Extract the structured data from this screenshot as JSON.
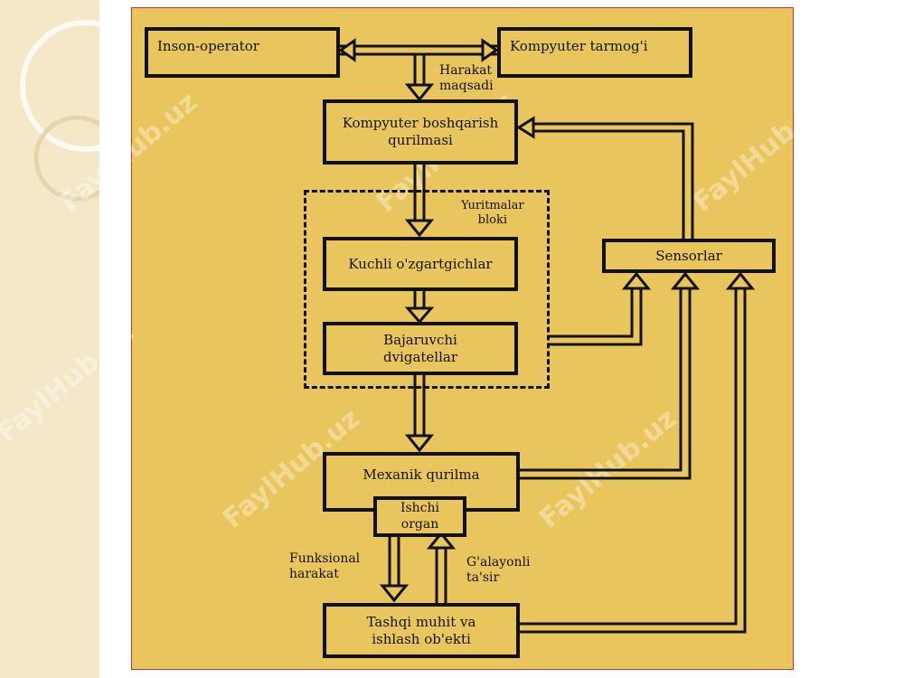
{
  "diagram": {
    "nodes": {
      "operator": "Inson-operator",
      "network": "Kompyuter tarmog'i",
      "control": "Kompyuter boshqarish\nqurilmasi",
      "drives_group": "Yuritmalar\nbloki",
      "converters": "Kuchli o'zgartgichlar",
      "motors": "Bajaruvchi\ndvigatellar",
      "sensors": "Sensorlar",
      "mechanism": "Mexanik qurilma",
      "work_organ": "Ishchi\norgan",
      "environment": "Tashqi muhit va\nishlash ob'ekti"
    },
    "edge_labels": {
      "goal": "Harakat\nmaqsadi",
      "functional": "Funksional\nharakat",
      "disturbance": "G'alayonli\nta'sir"
    },
    "edges": [
      {
        "from": "operator",
        "to": "network",
        "type": "bidirectional"
      },
      {
        "from": "operator",
        "to": "control",
        "label": "goal"
      },
      {
        "from": "control",
        "to": "converters"
      },
      {
        "from": "converters",
        "to": "motors"
      },
      {
        "from": "motors",
        "to": "mechanism"
      },
      {
        "from": "work_organ",
        "to": "environment",
        "label": "functional"
      },
      {
        "from": "environment",
        "to": "work_organ",
        "label": "disturbance"
      },
      {
        "from": "drives_group",
        "to": "sensors"
      },
      {
        "from": "mechanism",
        "to": "sensors"
      },
      {
        "from": "environment",
        "to": "sensors"
      },
      {
        "from": "sensors",
        "to": "control"
      }
    ]
  },
  "watermark": "FaylHub.uz",
  "colors": {
    "panel": "#e9c65d",
    "panel_border": "#c4342f",
    "line": "#111111",
    "sidebar": "#f4e8c8"
  }
}
